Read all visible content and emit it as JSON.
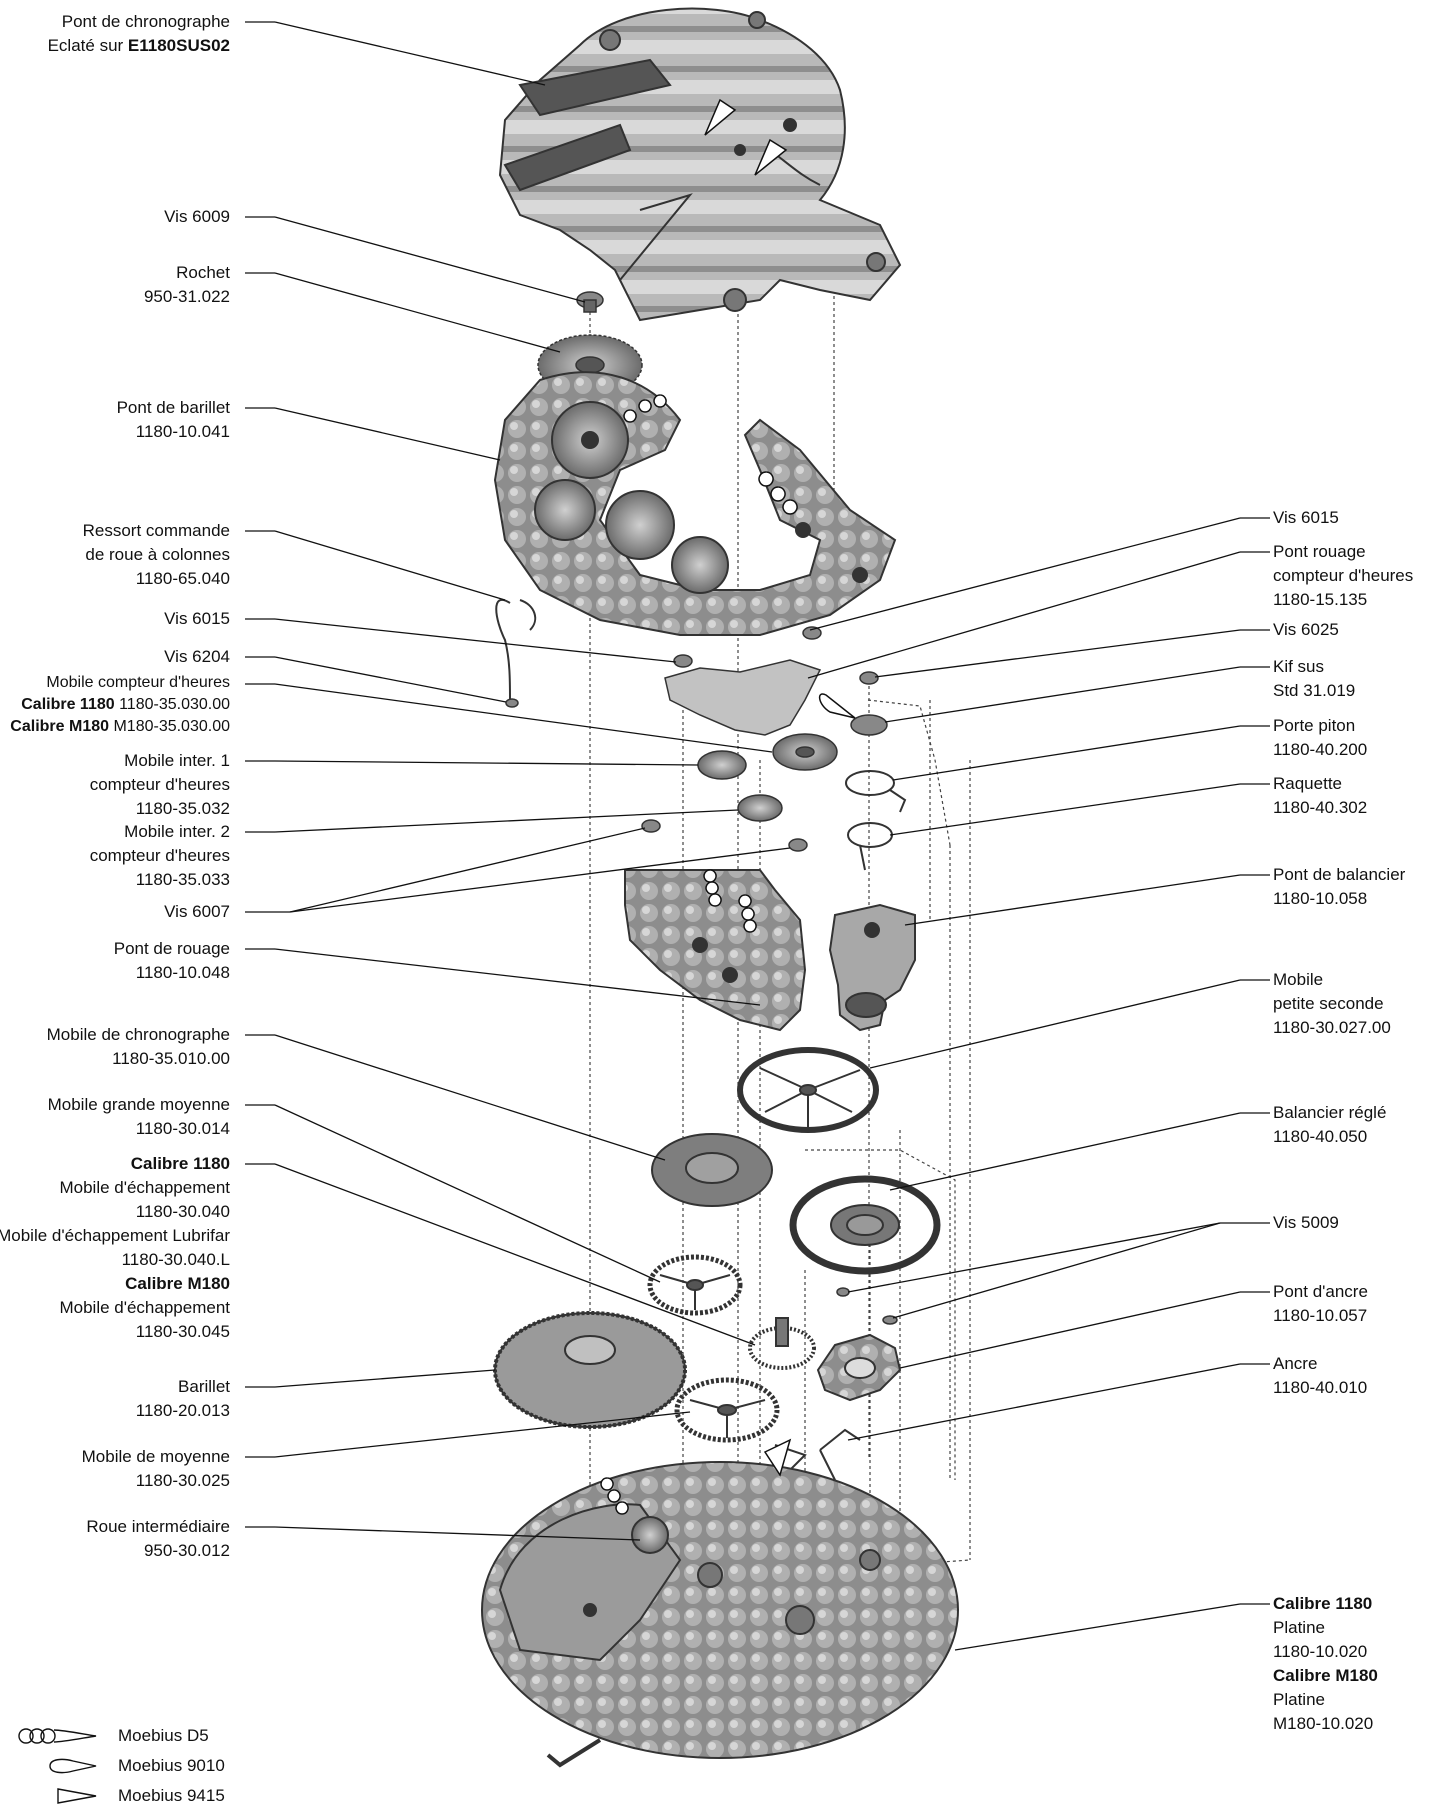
{
  "diagram": {
    "left_labels": [
      {
        "lines": [
          {
            "text": "Pont de chronographe"
          },
          {
            "text": "Eclaté sur ",
            "bold": "E1180SUS02"
          }
        ]
      },
      {
        "lines": [
          {
            "text": "Vis 6009"
          }
        ]
      },
      {
        "lines": [
          {
            "text": "Rochet"
          },
          {
            "text": "950-31.022"
          }
        ]
      },
      {
        "lines": [
          {
            "text": "Pont de barillet"
          },
          {
            "text": "1180-10.041"
          }
        ]
      },
      {
        "lines": [
          {
            "text": "Ressort commande"
          },
          {
            "text": "de roue à colonnes"
          },
          {
            "text": "1180-65.040"
          }
        ]
      },
      {
        "lines": [
          {
            "text": "Vis 6015"
          }
        ]
      },
      {
        "lines": [
          {
            "text": "Vis 6204"
          }
        ]
      },
      {
        "lines": [
          {
            "text": "Mobile compteur d'heures"
          },
          {
            "bold": "Calibre 1180",
            "text": " 1180-35.030.00"
          },
          {
            "bold": "Calibre M180",
            "text": " M180-35.030.00"
          }
        ]
      },
      {
        "lines": [
          {
            "text": "Mobile inter. 1"
          },
          {
            "text": "compteur d'heures"
          },
          {
            "text": "1180-35.032"
          }
        ]
      },
      {
        "lines": [
          {
            "text": "Mobile inter. 2"
          },
          {
            "text": "compteur d'heures"
          },
          {
            "text": "1180-35.033"
          }
        ]
      },
      {
        "lines": [
          {
            "text": "Vis 6007"
          }
        ]
      },
      {
        "lines": [
          {
            "text": "Pont de rouage"
          },
          {
            "text": "1180-10.048"
          }
        ]
      },
      {
        "lines": [
          {
            "text": "Mobile de chronographe"
          },
          {
            "text": "1180-35.010.00"
          }
        ]
      },
      {
        "lines": [
          {
            "text": "Mobile grande moyenne"
          },
          {
            "text": "1180-30.014"
          }
        ]
      },
      {
        "lines": [
          {
            "bold": "Calibre 1180"
          },
          {
            "text": "Mobile d'échappement"
          },
          {
            "text": "1180-30.040"
          },
          {
            "text": "Mobile d'échappement Lubrifar"
          },
          {
            "text": "1180-30.040.L"
          },
          {
            "bold": "Calibre M180"
          },
          {
            "text": "Mobile d'échappement"
          },
          {
            "text": "1180-30.045"
          }
        ]
      },
      {
        "lines": [
          {
            "text": "Barillet"
          },
          {
            "text": "1180-20.013"
          }
        ]
      },
      {
        "lines": [
          {
            "text": "Mobile de moyenne"
          },
          {
            "text": "1180-30.025"
          }
        ]
      },
      {
        "lines": [
          {
            "text": "Roue intermédiaire"
          },
          {
            "text": "950-30.012"
          }
        ]
      }
    ],
    "right_labels": [
      {
        "lines": [
          {
            "text": "Vis 6015"
          }
        ]
      },
      {
        "lines": [
          {
            "text": "Pont rouage"
          },
          {
            "text": "compteur d'heures"
          },
          {
            "text": "1180-15.135"
          }
        ]
      },
      {
        "lines": [
          {
            "text": "Vis 6025"
          }
        ]
      },
      {
        "lines": [
          {
            "text": "Kif sus"
          },
          {
            "text": "Std 31.019"
          }
        ]
      },
      {
        "lines": [
          {
            "text": "Porte piton"
          },
          {
            "text": "1180-40.200"
          }
        ]
      },
      {
        "lines": [
          {
            "text": "Raquette"
          },
          {
            "text": "1180-40.302"
          }
        ]
      },
      {
        "lines": [
          {
            "text": "Pont de balancier"
          },
          {
            "text": "1180-10.058"
          }
        ]
      },
      {
        "lines": [
          {
            "text": "Mobile"
          },
          {
            "text": "petite seconde"
          },
          {
            "text": "1180-30.027.00"
          }
        ]
      },
      {
        "lines": [
          {
            "text": "Balancier réglé"
          },
          {
            "text": "1180-40.050"
          }
        ]
      },
      {
        "lines": [
          {
            "text": "Vis 5009"
          }
        ]
      },
      {
        "lines": [
          {
            "text": "Pont d'ancre"
          },
          {
            "text": "1180-10.057"
          }
        ]
      },
      {
        "lines": [
          {
            "text": "Ancre"
          },
          {
            "text": "1180-40.010"
          }
        ]
      },
      {
        "lines": [
          {
            "bold": "Calibre 1180"
          },
          {
            "text": "Platine"
          },
          {
            "text": "1180-10.020"
          },
          {
            "bold": "Calibre M180"
          },
          {
            "text": "Platine"
          },
          {
            "text": "M180-10.020"
          }
        ]
      }
    ]
  },
  "legend": [
    {
      "icon": "triple-drop-oiler-icon",
      "label": "Moebius D5"
    },
    {
      "icon": "drop-oiler-icon",
      "label": "Moebius 9010"
    },
    {
      "icon": "triangle-oiler-icon",
      "label": "Moebius 9415"
    }
  ],
  "colors": {
    "ink": "#111111",
    "part_fill": "#9a9a9a",
    "part_dark": "#555555",
    "part_light": "#cfcfcf"
  }
}
